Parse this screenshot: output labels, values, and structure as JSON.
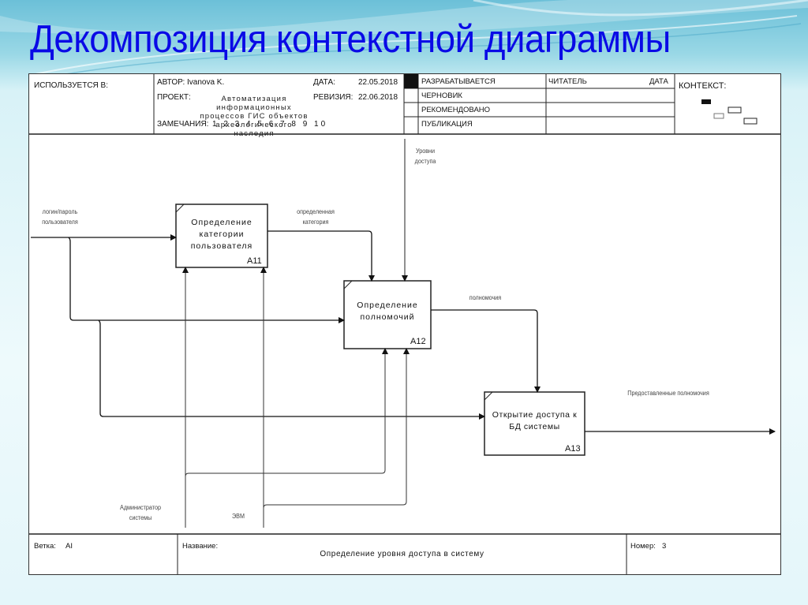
{
  "slide": {
    "title": "Декомпозиция контекстной диаграммы",
    "title_color": "#0a0ae6"
  },
  "header": {
    "used_in_label": "ИСПОЛЬЗУЕТСЯ В:",
    "author_label": "АВТОР:",
    "author_value": "Ivanova K.",
    "project_label": "ПРОЕКТ:",
    "project_value": "Автоматизация информационных процессов ГИС объектов археологического наследия",
    "project_lines": [
      "Автоматизация",
      "информационных",
      "процессов ГИС объектов",
      "археологического",
      "наследия"
    ],
    "notes_label": "ЗАМЕЧАНИЯ:",
    "notes_value": "1 2 3 4 5 6 7 8 9 10",
    "date_label": "ДАТА:",
    "date_value": "22.05.2018",
    "revision_label": "РЕВИЗИЯ:",
    "revision_value": "22.06.2018",
    "status": [
      "РАЗРАБАТЫВАЕТСЯ",
      "ЧЕРНОВИК",
      "РЕКОМЕНДОВАНО",
      "ПУБЛИКАЦИЯ"
    ],
    "status_active_index": 0,
    "reader_label": "ЧИТАТЕЛЬ",
    "reader_date_label": "ДАТА",
    "context_label": "КОНТЕКСТ:"
  },
  "diagram": {
    "boxes": [
      {
        "id": "A11",
        "lines": [
          "Определение",
          "категории",
          "пользователя"
        ]
      },
      {
        "id": "A12",
        "lines": [
          "Определение",
          "полномочий"
        ]
      },
      {
        "id": "A13",
        "lines": [
          "Открытие доступа к",
          "БД системы"
        ]
      }
    ],
    "arrows": {
      "input_login": [
        "логин/пароль",
        "пользователя"
      ],
      "category": [
        "определенная",
        "категория"
      ],
      "access_levels": [
        "Уровни",
        "доступа"
      ],
      "permissions": [
        "полномочия"
      ],
      "granted": [
        "Предоставленные полномочия"
      ],
      "admin": [
        "Администратор",
        "системы"
      ],
      "computer": [
        "ЭВМ"
      ]
    }
  },
  "footer": {
    "node_label": "Ветка:",
    "node_value": "AI",
    "title_label": "Название:",
    "title_value": "Определение уровня доступа в систему",
    "number_label": "Номер:",
    "number_value": "3"
  }
}
